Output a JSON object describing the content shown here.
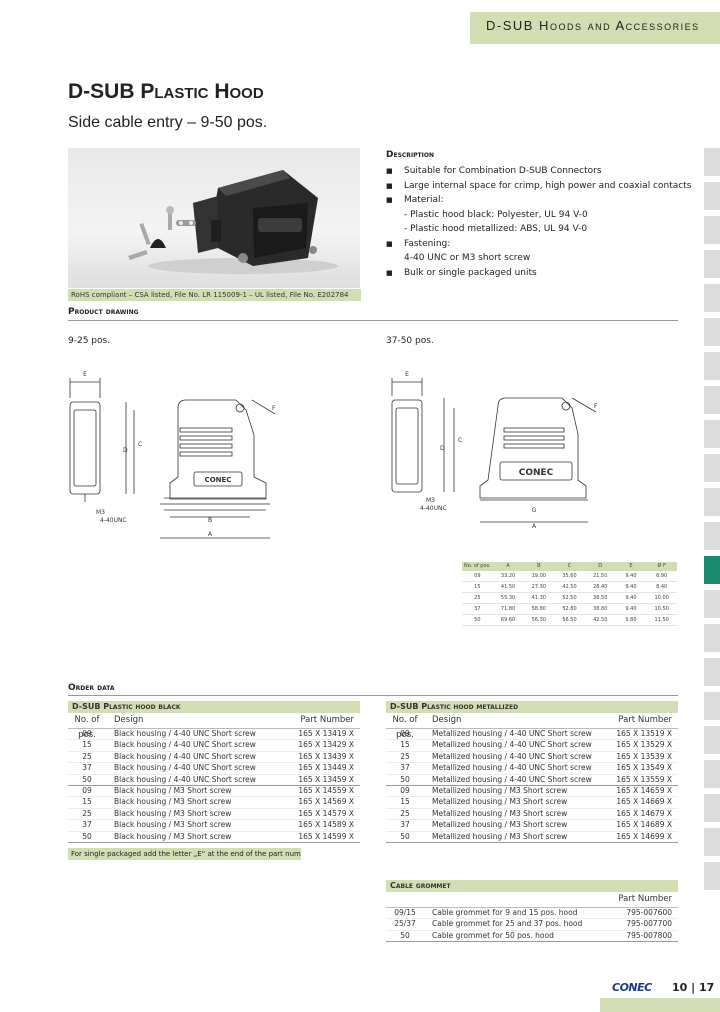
{
  "header": {
    "section_title": "D-SUB Hoods and Accessories"
  },
  "title": "D-SUB Plastic Hood",
  "subtitle": "Side cable entry – 9-50 pos.",
  "rohs_note": "RoHS compliant – CSA listed, File No. LR 115009-1 – UL listed, File No. E202784",
  "description": {
    "heading": "Description",
    "items": [
      {
        "text": "Suitable for Combination D-SUB Connectors",
        "bullet": true
      },
      {
        "text": "Large internal space for crimp, high power and coaxial contacts",
        "bullet": true
      },
      {
        "text": "Material:",
        "bullet": true
      },
      {
        "text": "- Plastic hood black: Polyester, UL 94 V-0",
        "bullet": false
      },
      {
        "text": "- Plastic hood metallized: ABS, UL 94 V-0",
        "bullet": false
      },
      {
        "text": "Fastening:",
        "bullet": true
      },
      {
        "text": "4-40 UNC or M3 short screw",
        "bullet": false
      },
      {
        "text": "Bulk or single packaged units",
        "bullet": true
      }
    ]
  },
  "product_drawing": {
    "heading": "Product drawing",
    "left_label": "9-25 pos.",
    "right_label": "37-50 pos.",
    "left_dims": {
      "e": "E",
      "d": "D",
      "c": "C",
      "b": "B",
      "a": "A",
      "f": "F",
      "screw1": "M3",
      "screw2": "4-40UNC"
    },
    "right_dims": {
      "e": "E",
      "d": "D",
      "c": "C",
      "g": "G",
      "a": "A",
      "f": "F",
      "screw1": "M3",
      "screw2": "4-40UNC"
    },
    "hood_logo": "CONEC"
  },
  "dimension_table": {
    "headers": [
      "No. of pos.",
      "A",
      "B",
      "C",
      "D",
      "E",
      "Ø F"
    ],
    "rows": [
      [
        "09",
        "33.20",
        "19.00",
        "35.60",
        "21.50",
        "9.40",
        "6.90"
      ],
      [
        "15",
        "41.50",
        "27.30",
        "42.50",
        "28.40",
        "9.40",
        "8.40"
      ],
      [
        "25",
        "55.30",
        "41.30",
        "52.50",
        "38.50",
        "9.40",
        "10.00"
      ],
      [
        "37",
        "71.80",
        "58.80",
        "52.80",
        "38.80",
        "9.40",
        "10.50"
      ],
      [
        "50",
        "69.60",
        "56.30",
        "56.50",
        "42.50",
        "9.80",
        "11.50"
      ]
    ]
  },
  "order_data": {
    "heading": "Order data",
    "black": {
      "title": "D-SUB Plastic hood black",
      "col_no": "No. of pos.",
      "col_design": "Design",
      "col_pn": "Part Number",
      "rows": [
        [
          "09",
          "Black housing / 4-40 UNC Short screw",
          "165 X 13419 X"
        ],
        [
          "15",
          "Black housing / 4-40 UNC Short screw",
          "165 X 13429 X"
        ],
        [
          "25",
          "Black housing / 4-40 UNC Short screw",
          "165 X 13439 X"
        ],
        [
          "37",
          "Black housing / 4-40 UNC Short screw",
          "165 X 13449 X"
        ],
        [
          "50",
          "Black housing / 4-40 UNC Short screw",
          "165 X 13459 X"
        ],
        [
          "09",
          "Black housing / M3 Short screw",
          "165 X 14559 X"
        ],
        [
          "15",
          "Black housing / M3 Short screw",
          "165 X 14569 X"
        ],
        [
          "25",
          "Black housing / M3 Short screw",
          "165 X 14579 X"
        ],
        [
          "37",
          "Black housing / M3 Short screw",
          "165 X 14589 X"
        ],
        [
          "50",
          "Black housing / M3 Short screw",
          "165 X 14599 X"
        ]
      ]
    },
    "metallized": {
      "title": "D-SUB Plastic hood metallized",
      "col_no": "No. of pos.",
      "col_design": "Design",
      "col_pn": "Part Number",
      "rows": [
        [
          "09",
          "Metallized housing / 4-40 UNC Short screw",
          "165 X 13519 X"
        ],
        [
          "15",
          "Metallized housing / 4-40 UNC Short screw",
          "165 X 13529 X"
        ],
        [
          "25",
          "Metallized housing / 4-40 UNC Short screw",
          "165 X 13539 X"
        ],
        [
          "37",
          "Metallized housing / 4-40 UNC Short screw",
          "165 X 13549 X"
        ],
        [
          "50",
          "Metallized housing / 4-40 UNC Short screw",
          "165 X 13559 X"
        ],
        [
          "09",
          "Metallized housing / M3 Short screw",
          "165 X 14659 X"
        ],
        [
          "15",
          "Metallized housing / M3 Short screw",
          "165 X 14669 X"
        ],
        [
          "25",
          "Metallized housing / M3 Short screw",
          "165 X 14679 X"
        ],
        [
          "37",
          "Metallized housing / M3 Short screw",
          "165 X 14689 X"
        ],
        [
          "50",
          "Metallized housing / M3 Short screw",
          "165 X 14699 X"
        ]
      ]
    },
    "note": "For single packaged add the letter „E“ at the end of the part number.",
    "grommet": {
      "title": "Cable grommet",
      "col_pn": "Part Number",
      "rows": [
        [
          "09/15",
          "Cable grommet for 9 and 15 pos. hood",
          "795-007600"
        ],
        [
          "25/37",
          "Cable grommet for 25 and 37 pos. hood",
          "795-007700"
        ],
        [
          "50",
          "Cable grommet for 50 pos. hood",
          "795-007800"
        ]
      ]
    }
  },
  "footer": {
    "logo": "CONEC",
    "page": "10 | 17"
  },
  "colors": {
    "accent_band": "#d3ddb4",
    "active_tab": "#1a8a6e"
  }
}
